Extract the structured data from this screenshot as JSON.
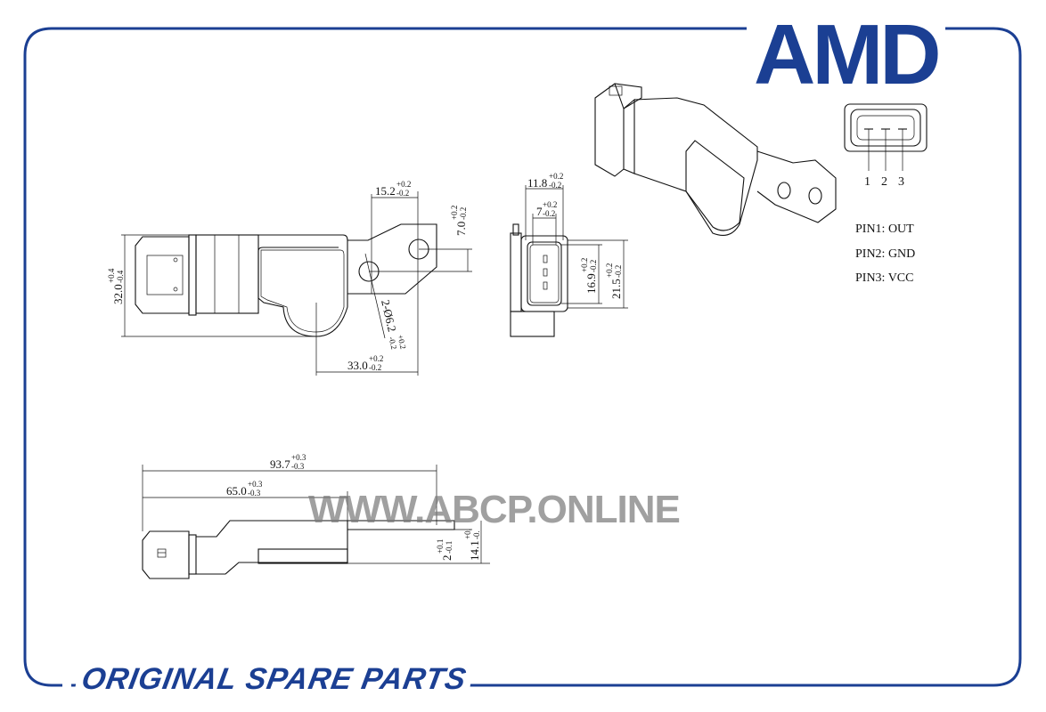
{
  "brand": {
    "logo": "AMD",
    "color": "#1b3f93"
  },
  "footer": {
    "text": "ORIGINAL SPARE PARTS"
  },
  "watermark": {
    "text": "WWW.ABCP.ONLINE"
  },
  "top_view": {
    "dim_height": {
      "value": "32.0",
      "plus": "+0.4",
      "minus": "-0.4"
    },
    "dim_hole_spacing": {
      "value": "15.2",
      "plus": "+0.2",
      "minus": "-0.2"
    },
    "dim_hole_offset": {
      "value": "7.0",
      "plus": "+0.2",
      "minus": "-0.2"
    },
    "dim_hole_dia": {
      "value": "2-Ø6.2",
      "plus": "+0.2",
      "minus": "-0.2"
    },
    "dim_length": {
      "value": "33.0",
      "plus": "+0.2",
      "minus": "-0.2"
    }
  },
  "front_view": {
    "dim_width": {
      "value": "11.8",
      "plus": "+0.2",
      "minus": "-0.2"
    },
    "dim_inner_width": {
      "value": "7",
      "plus": "+0.2",
      "minus": "-0.2"
    },
    "dim_inner_height": {
      "value": "16.9",
      "plus": "+0.2",
      "minus": "-0.2"
    },
    "dim_outer_height": {
      "value": "21.5",
      "plus": "+0.2",
      "minus": "-0.2"
    }
  },
  "side_view": {
    "dim_total": {
      "value": "93.7",
      "plus": "+0.3",
      "minus": "-0.3"
    },
    "dim_body": {
      "value": "65.0",
      "plus": "+0.3",
      "minus": "-0.3"
    },
    "dim_plate": {
      "value": "2",
      "plus": "+0.1",
      "minus": "-0.1"
    },
    "dim_thickness": {
      "value": "14.1",
      "plus": "+0.",
      "minus": "-0."
    }
  },
  "pinout": {
    "numbers": [
      "1",
      "2",
      "3"
    ],
    "pins": [
      "PIN1: OUT",
      "PIN2: GND",
      "PIN3: VCC"
    ]
  }
}
